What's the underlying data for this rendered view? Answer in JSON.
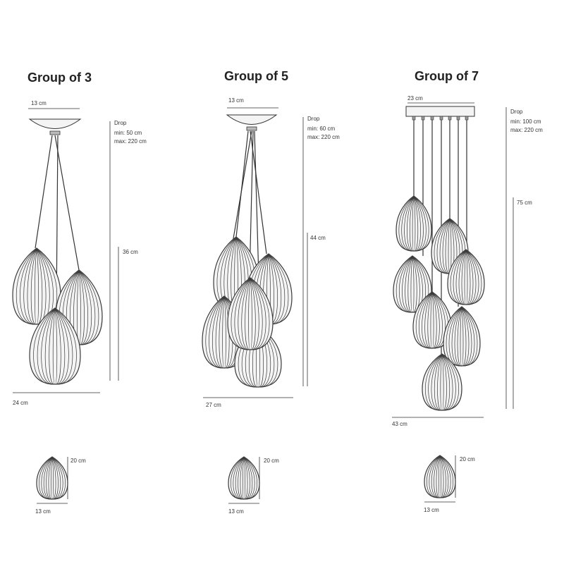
{
  "groups": [
    {
      "title": "Group of 3",
      "canopy_width": "13 cm",
      "drop_label": "Drop",
      "drop_min": "min:  50 cm",
      "drop_max": "max: 220 cm",
      "height": "36 cm",
      "total_width": "24 cm",
      "shade_height": "20 cm",
      "shade_width": "13 cm"
    },
    {
      "title": "Group of 5",
      "canopy_width": "13 cm",
      "drop_label": "Drop",
      "drop_min": "min:  60 cm",
      "drop_max": "max: 220 cm",
      "height": "44 cm",
      "total_width": "27 cm",
      "shade_height": "20 cm",
      "shade_width": "13 cm"
    },
    {
      "title": "Group of 7",
      "canopy_width": "23 cm",
      "drop_label": "Drop",
      "drop_min": "min:  100 cm",
      "drop_max": "max: 220 cm",
      "height": "75 cm",
      "total_width": "43 cm",
      "shade_height": "20 cm",
      "shade_width": "13 cm"
    }
  ],
  "colors": {
    "line": "#333333",
    "shade": "#3a3a3a"
  }
}
